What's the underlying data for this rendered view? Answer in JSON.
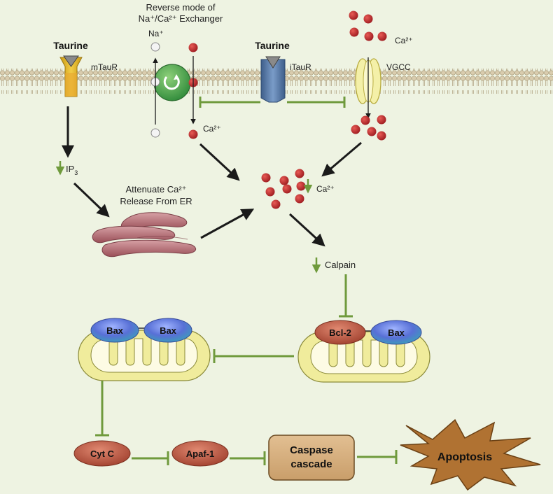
{
  "labels": {
    "reverse_mode_line1": "Reverse mode of",
    "exchanger_line2": "Na⁺/Ca²⁺ Exchanger",
    "na": "Na⁺",
    "ca_top_right": "Ca²⁺",
    "taurine_left": "Taurine",
    "mtaur": "mTauR",
    "taurine_mid": "Taurine",
    "itaur": "iTauR",
    "vgcc": "VGCC",
    "ca_exchanger": "Ca²⁺",
    "ip3": "IP",
    "ip3_sub": "3",
    "attenuate_line1": "Attenuate Ca²⁺",
    "attenuate_line2": "Release From ER",
    "ca_center": "Ca²⁺",
    "calpain": "Calpain",
    "bax_left_1": "Bax",
    "bax_left_2": "Bax",
    "bcl2": "Bcl-2",
    "bax_right": "Bax",
    "cytc": "Cyt C",
    "apaf1": "Apaf-1",
    "caspase_line1": "Caspase",
    "caspase_line2": "cascade",
    "apoptosis": "Apoptosis"
  },
  "colors": {
    "background": "#eef3e2",
    "membrane_head": "#d9ccae",
    "arrow": "#1a1a1a",
    "inhibit": "#6f9a3c",
    "calcium": "#c0262b",
    "er": "#a86068",
    "mito_outer": "#f0ec9c",
    "bax": "#5a70d8",
    "protein_red": "#b8533e",
    "caspase_box": "#d4aa78",
    "apoptosis_star": "#b07232",
    "exchanger": "#4fa24c"
  }
}
